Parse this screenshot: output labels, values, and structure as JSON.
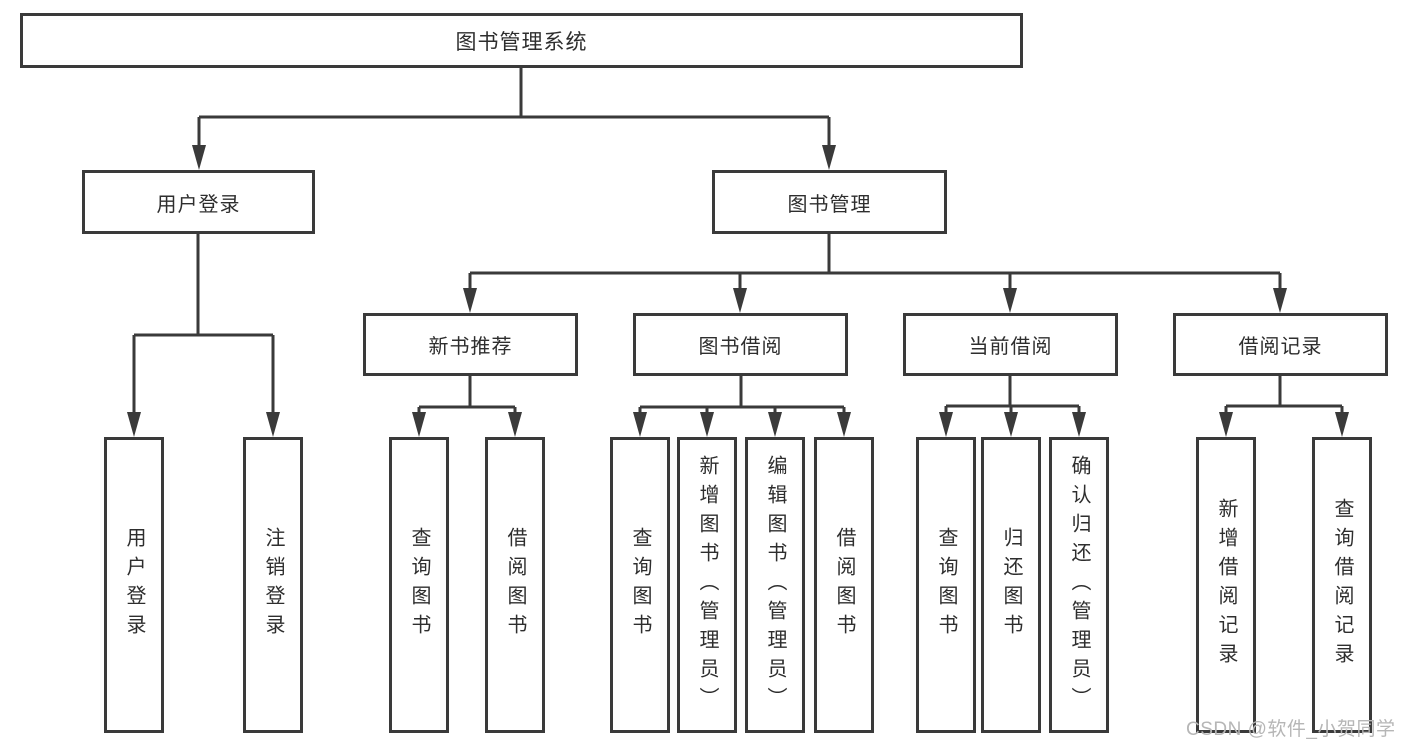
{
  "title": "图书管理系统",
  "watermark": "CSDN @软件_小贺同学",
  "colors": {
    "line": "#3a3a3a",
    "box_border": "#3a3a3a",
    "text": "#2e2e2e",
    "watermark": "#b6b6b6",
    "background": "#ffffff"
  },
  "tree": {
    "label": "图书管理系统",
    "children": [
      {
        "label": "用户登录",
        "children": [
          {
            "label": "用户登录"
          },
          {
            "label": "注销登录"
          }
        ]
      },
      {
        "label": "图书管理",
        "children": [
          {
            "label": "新书推荐",
            "children": [
              {
                "label": "查询图书"
              },
              {
                "label": "借阅图书"
              }
            ]
          },
          {
            "label": "图书借阅",
            "children": [
              {
                "label": "查询图书"
              },
              {
                "label": "新增图书（管理员）"
              },
              {
                "label": "编辑图书（管理员）"
              },
              {
                "label": "借阅图书"
              }
            ]
          },
          {
            "label": "当前借阅",
            "children": [
              {
                "label": "查询图书"
              },
              {
                "label": "归还图书"
              },
              {
                "label": "确认归还（管理员）"
              }
            ]
          },
          {
            "label": "借阅记录",
            "children": [
              {
                "label": "新增借阅记录"
              },
              {
                "label": "查询借阅记录"
              }
            ]
          }
        ]
      }
    ]
  }
}
